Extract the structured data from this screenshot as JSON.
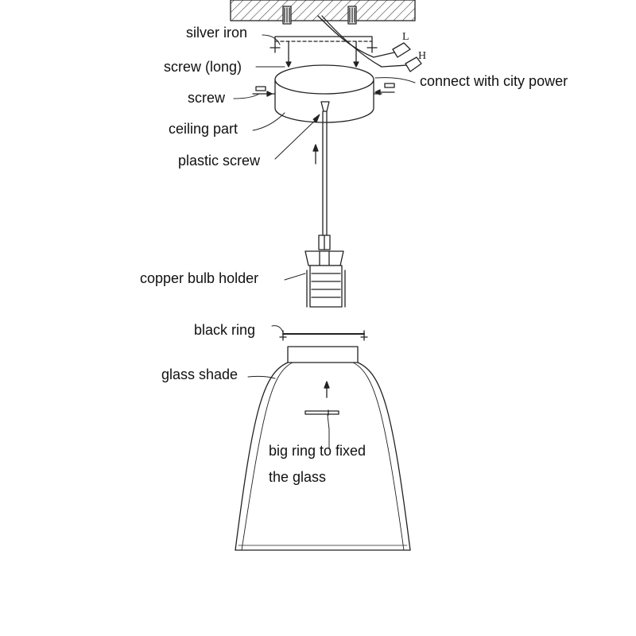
{
  "labels": {
    "silver_iron": "silver iron",
    "screw_long": "screw (long)",
    "screw": "screw",
    "ceiling_part": "ceiling part",
    "plastic_screw": "plastic screw",
    "connect_city_power": "connect with city power",
    "copper_bulb_holder": "copper bulb holder",
    "black_ring": "black ring",
    "glass_shade": "glass shade",
    "big_ring_line1": "big ring to fixed",
    "big_ring_line2": "the glass"
  },
  "wire_tags": {
    "live": "L",
    "neutral": "H"
  },
  "colors": {
    "line": "#222222",
    "ceiling_hatch": "#444444",
    "background": "#ffffff",
    "text": "#111111"
  }
}
